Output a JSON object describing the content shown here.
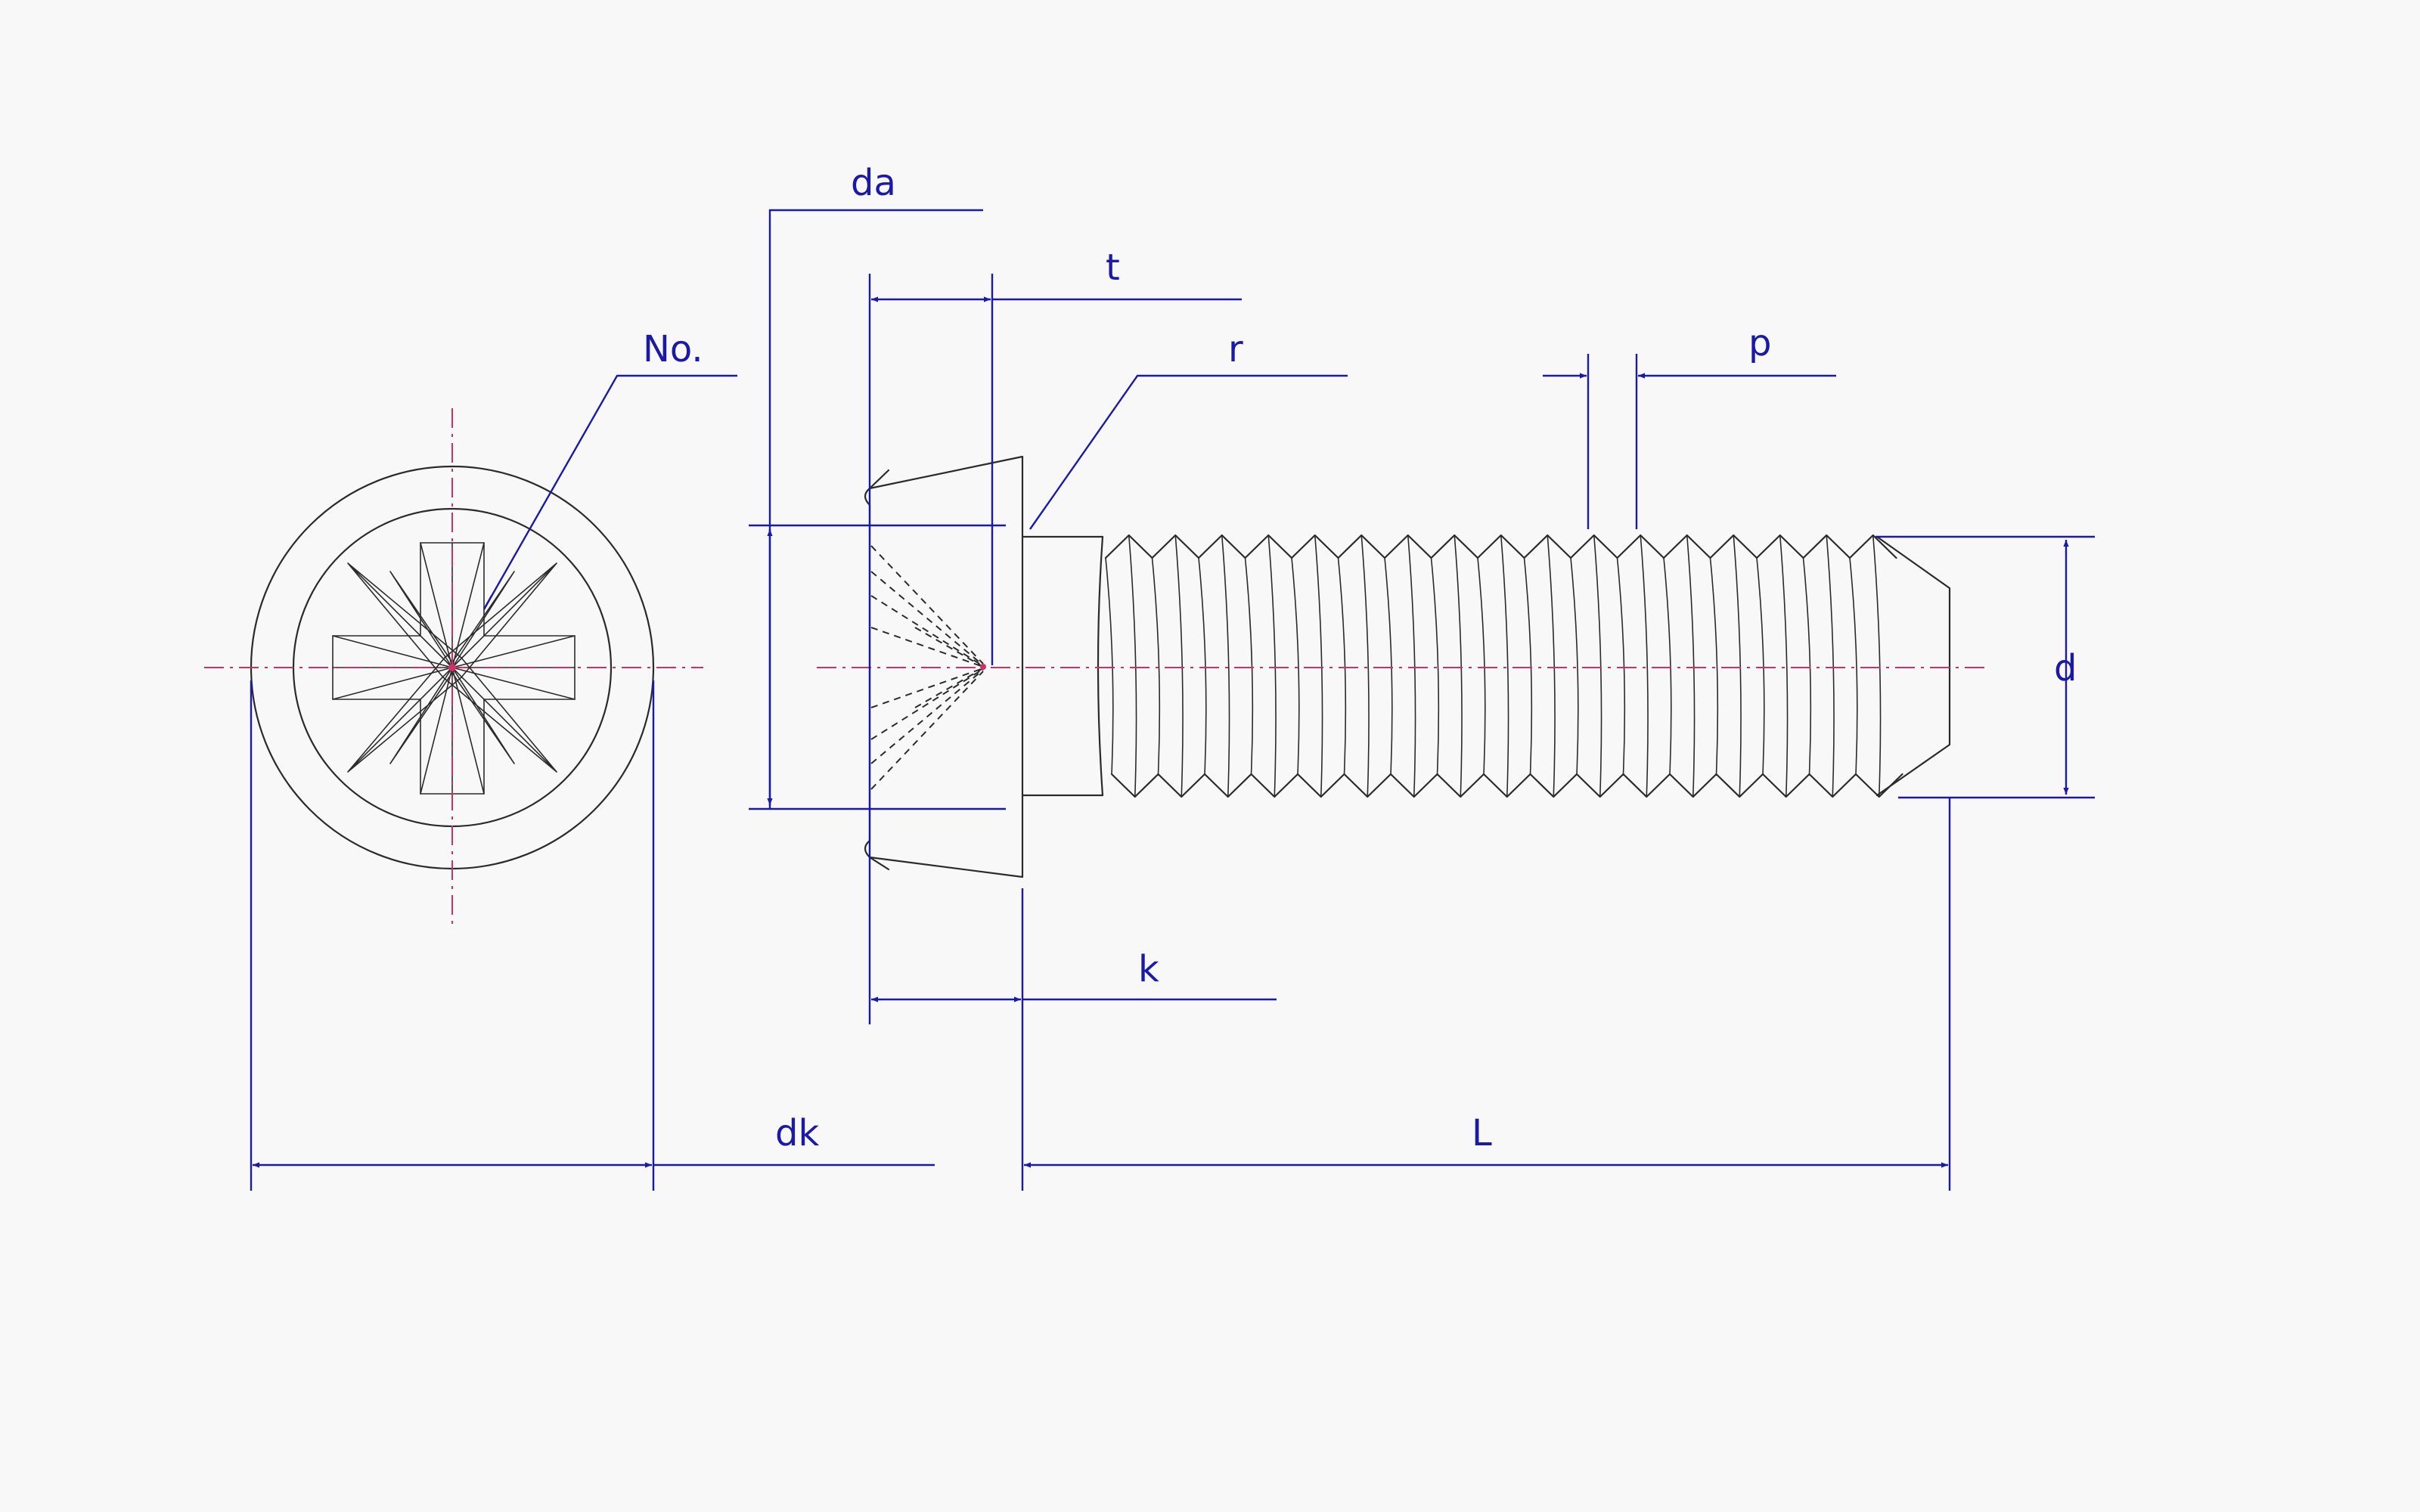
{
  "colors": {
    "background": "#f8f8f8",
    "outline": "#2b2b2b",
    "dimension": "#1a1aa6",
    "centerline": "#d0306a"
  },
  "labels": {
    "recess_no": "No.",
    "head_dia_a": "da",
    "recess_depth": "t",
    "radius": "r",
    "pitch": "p",
    "thread_dia": "d",
    "head_height": "k",
    "head_dia": "dk",
    "length": "L"
  }
}
